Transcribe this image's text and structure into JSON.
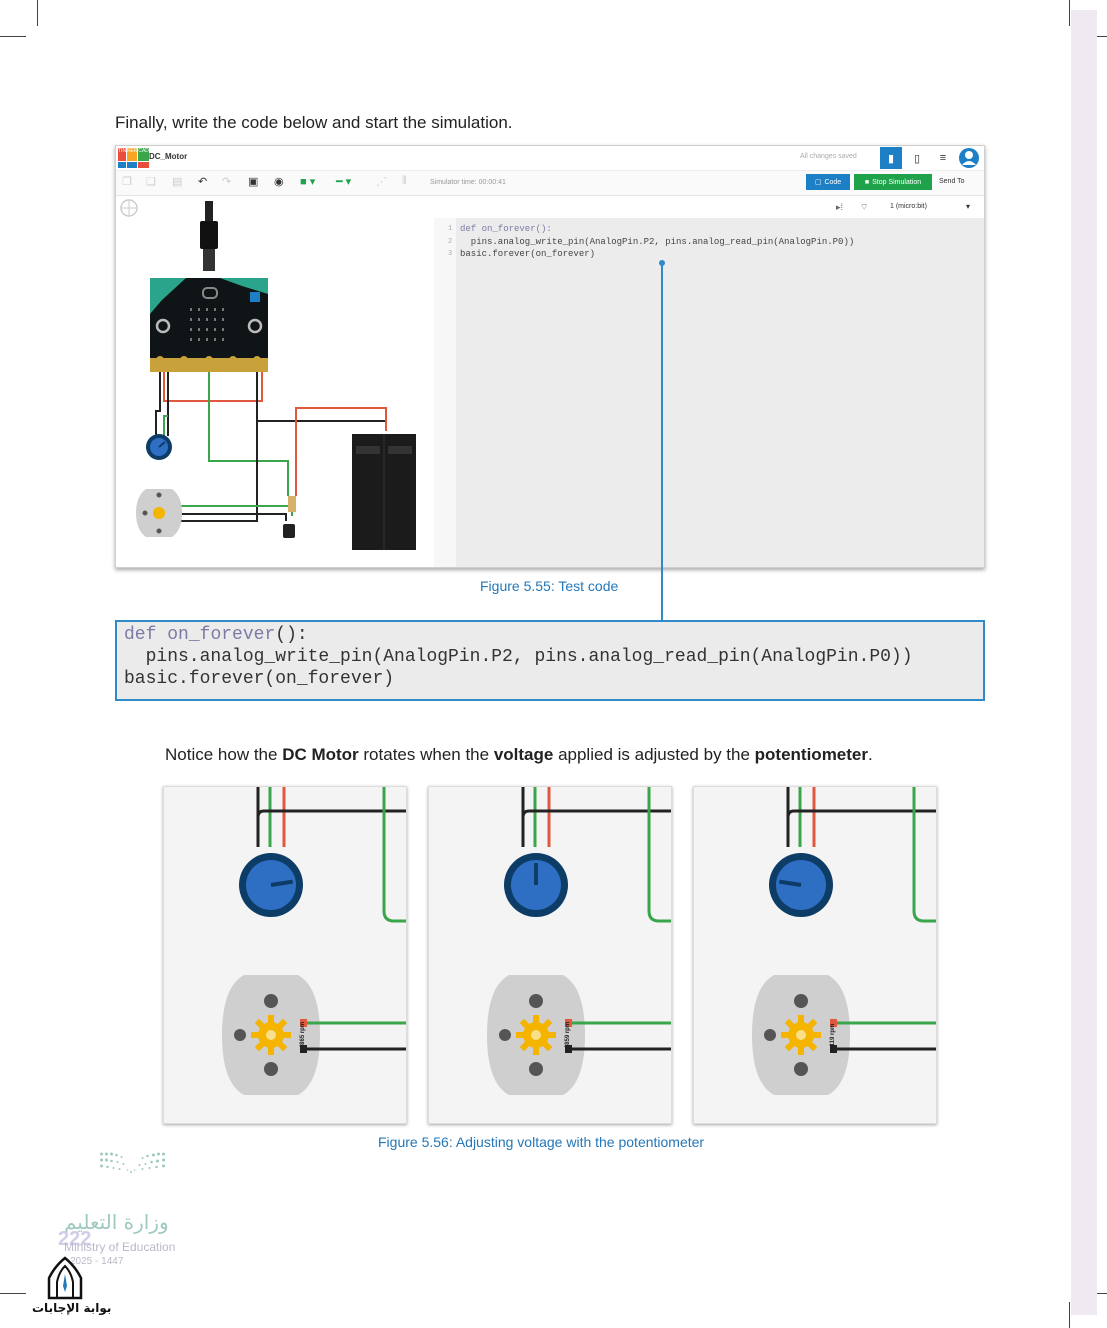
{
  "intro_text": "Finally, write the code below and start the simulation.",
  "app": {
    "project_name": "DC_Motor",
    "logo_letters": [
      "TIN",
      "KER",
      "CAD",
      "",
      "",
      ""
    ],
    "saved_status": "All changes saved",
    "simulator_time": "Simulator time: 00:00:41",
    "code_button": "Code",
    "stop_button": "Stop Simulation",
    "send_button": "Send To",
    "board_selector": "1 (micro:bit)",
    "editor_lines": [
      "def on_forever():",
      "  pins.analog_write_pin(AnalogPin.P2, pins.analog_read_pin(AnalogPin.P0))",
      "basic.forever(on_forever)"
    ],
    "line_numbers": [
      "1",
      "2",
      "3"
    ]
  },
  "figure1_caption": "Figure 5.55: Test code",
  "code_block": {
    "line1_kw1": "def",
    "line1_kw2": "on",
    "line1_rest": "_forever():",
    "line1_fn": "forever",
    "line2": "  pins.analog_write_pin(AnalogPin.P2, pins.analog_read_pin(AnalogPin.P0))",
    "line3": "basic.forever(on_forever)"
  },
  "notice": {
    "part1": "Notice how the ",
    "b1": "DC Motor",
    "part2": " rotates when the ",
    "b2": "voltage",
    "part3": " applied is adjusted by the ",
    "b3": "potentiometer",
    "part4": "."
  },
  "panels": [
    {
      "rpm": "4865 rpm",
      "knob_level": 0.8
    },
    {
      "rpm": "1859 rpm",
      "knob_level": 0.5
    },
    {
      "rpm": "119 rpm",
      "knob_level": 0.2
    }
  ],
  "figure2_caption": "Figure 5.56: Adjusting voltage with the potentiometer",
  "footer": {
    "ministry_ar": "وزارة التعليم",
    "ministry_en": "Ministry of Education",
    "year": "2025 - 1447",
    "page_number": "222",
    "watermark": "بوابة الإجابات"
  },
  "colors": {
    "accent_blue": "#2e8ac9",
    "caption_blue": "#2477b8",
    "wire_green": "#3aa54b",
    "wire_red": "#e0583e",
    "knob_blue": "#2e6fc4",
    "gear_yellow": "#f4b400"
  }
}
